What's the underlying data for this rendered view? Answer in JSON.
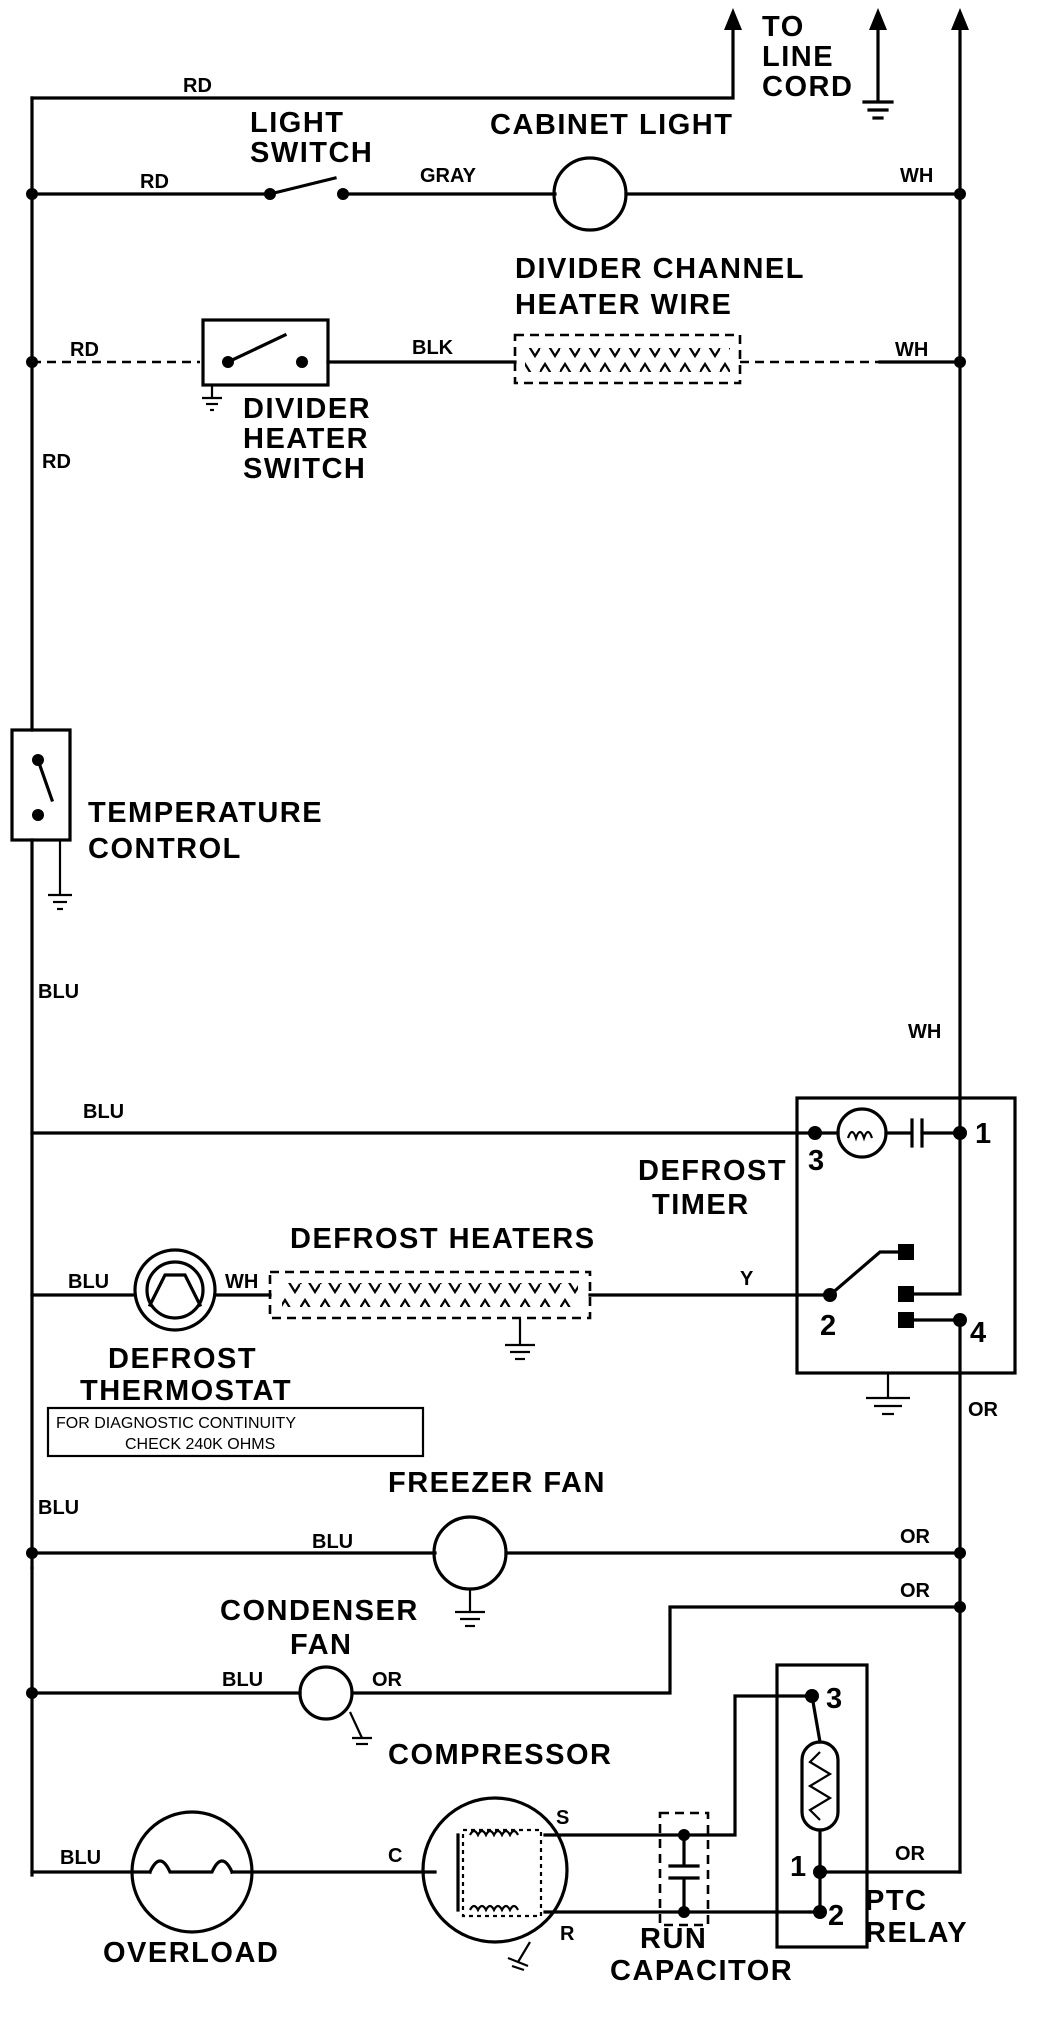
{
  "labels": {
    "to_line_cord": [
      "TO",
      "LINE",
      "CORD"
    ],
    "cabinet_light": "CABINET LIGHT",
    "light_switch": [
      "LIGHT",
      "SWITCH"
    ],
    "divider_channel_heater_wire": [
      "DIVIDER CHANNEL",
      "HEATER WIRE"
    ],
    "divider_heater_switch": [
      "DIVIDER",
      "HEATER",
      "SWITCH"
    ],
    "temperature_control": [
      "TEMPERATURE",
      "CONTROL"
    ],
    "defrost_timer": [
      "DEFROST",
      "TIMER"
    ],
    "defrost_heaters": "DEFROST HEATERS",
    "defrost_thermostat": [
      "DEFROST",
      "THERMOSTAT"
    ],
    "diagnostic_note": [
      "FOR DIAGNOSTIC CONTINUITY",
      "CHECK 240K OHMS"
    ],
    "freezer_fan": "FREEZER FAN",
    "condenser_fan": [
      "CONDENSER",
      "FAN"
    ],
    "compressor": "COMPRESSOR",
    "overload": "OVERLOAD",
    "run_capacitor": [
      "RUN",
      "CAPACITOR"
    ],
    "ptc_relay": [
      "PTC",
      "RELAY"
    ]
  },
  "wire_colors": {
    "rd_top": "RD",
    "rd_light": "RD",
    "gray": "GRAY",
    "wh_light": "WH",
    "rd_divider": "RD",
    "blk": "BLK",
    "wh_divider": "WH",
    "rd_left": "RD",
    "blu_left": "BLU",
    "wh_right": "WH",
    "blu_timer": "BLU",
    "blu_thermostat": "BLU",
    "wh_thermostat": "WH",
    "y": "Y",
    "or_timer": "OR",
    "blu_freezer_left": "BLU",
    "blu_freezer": "BLU",
    "or_freezer": "OR",
    "or_condenser_right": "OR",
    "blu_condenser": "BLU",
    "or_condenser": "OR",
    "blu_overload": "BLU",
    "or_relay": "OR"
  },
  "terminals": {
    "timer_1": "1",
    "timer_2": "2",
    "timer_3": "3",
    "timer_4": "4",
    "comp_c": "C",
    "comp_s": "S",
    "comp_r": "R",
    "relay_3": "3",
    "relay_1": "1",
    "relay_2": "2"
  }
}
